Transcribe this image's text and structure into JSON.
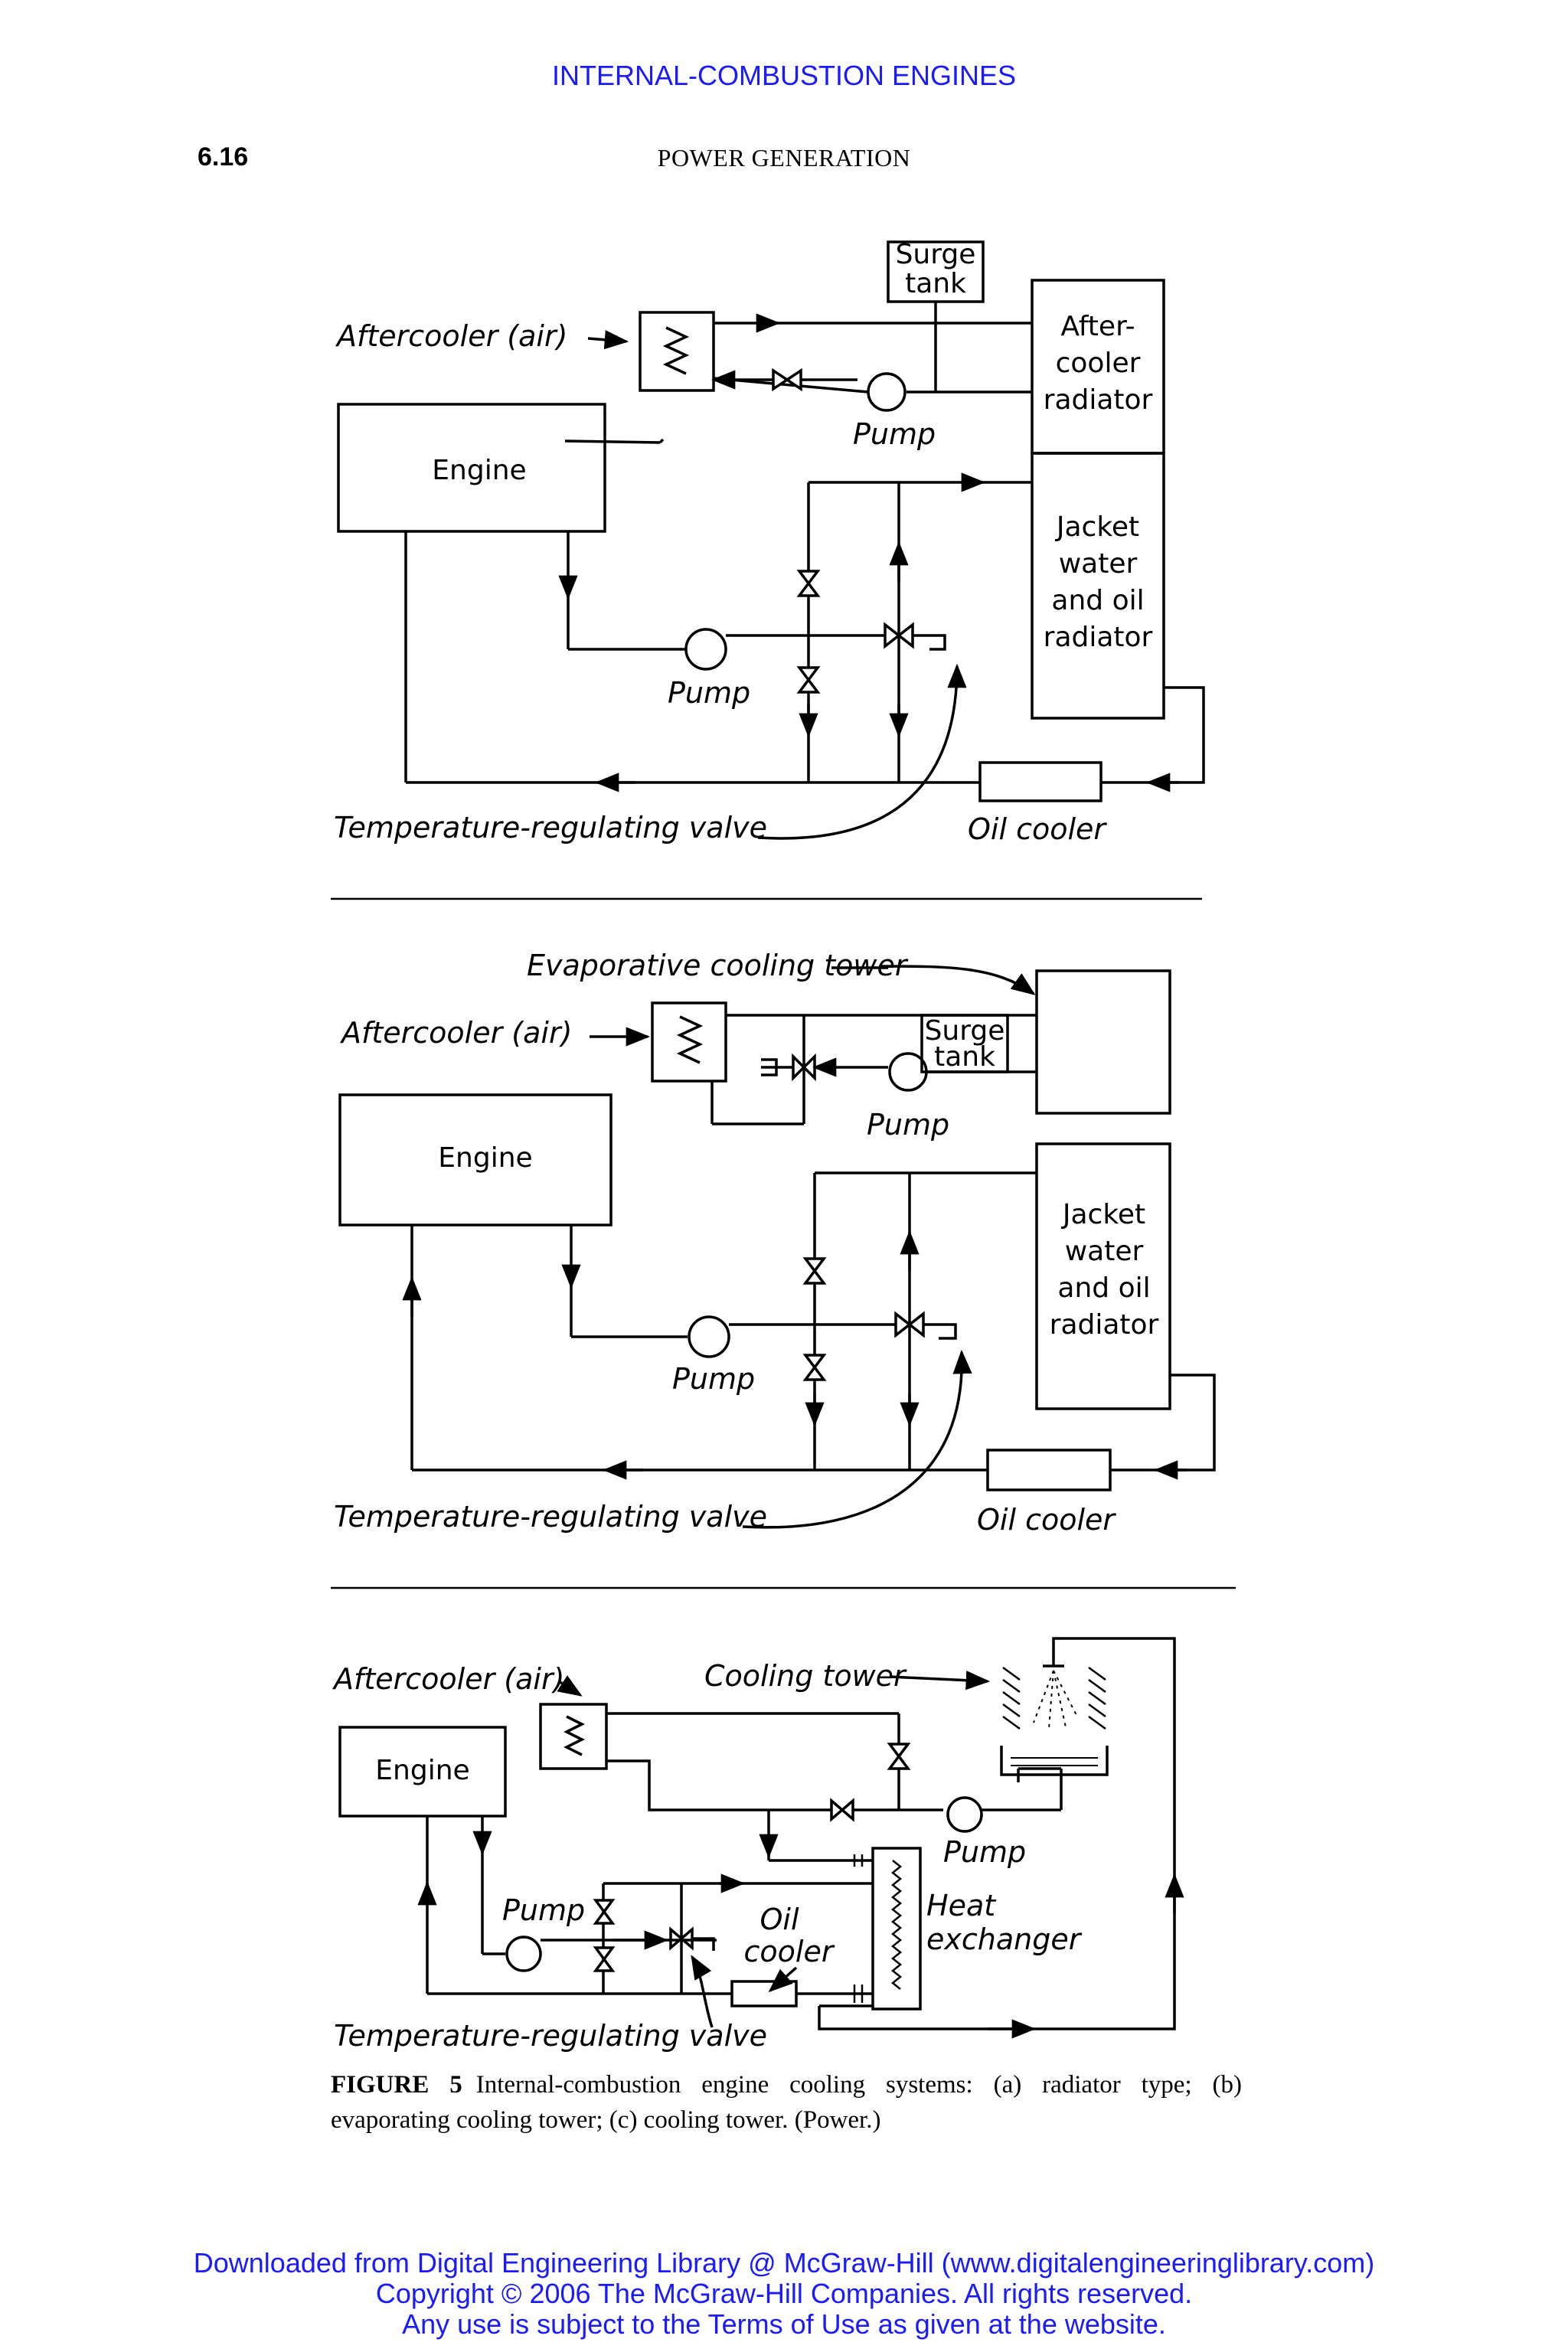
{
  "header": {
    "top_link": "INTERNAL-COMBUSTION ENGINES",
    "page_number": "6.16",
    "running_title": "POWER GENERATION"
  },
  "diagram_a": {
    "surge_tank": [
      "Surge",
      "tank"
    ],
    "aftercooler_air": "Aftercooler (air)",
    "aftercooler_radiator": [
      "After-",
      "cooler",
      "radiator"
    ],
    "pump_top": "Pump",
    "engine": "Engine",
    "jacket_radiator": [
      "Jacket",
      "water",
      "and oil",
      "radiator"
    ],
    "pump_bottom": "Pump",
    "temp_valve": "Temperature-regulating valve",
    "oil_cooler": "Oil cooler"
  },
  "diagram_b": {
    "evap_tower": "Evaporative cooling tower",
    "aftercooler_air": "Aftercooler (air)",
    "surge_tank": [
      "Surge",
      "tank"
    ],
    "pump_top": "Pump",
    "engine": "Engine",
    "jacket_radiator": [
      "Jacket",
      "water",
      "and oil",
      "radiator"
    ],
    "pump_bottom": "Pump",
    "temp_valve": "Temperature-regulating valve",
    "oil_cooler": "Oil cooler"
  },
  "diagram_c": {
    "aftercooler_air": "Aftercooler (air)",
    "cooling_tower": "Cooling tower",
    "engine": "Engine",
    "pump_right": "Pump",
    "pump_left": "Pump",
    "oil_cooler": [
      "Oil",
      "cooler"
    ],
    "heat_exchanger": [
      "Heat",
      "exchanger"
    ],
    "temp_valve": "Temperature-regulating valve"
  },
  "caption": {
    "figure_label": "FIGURE 5",
    "text": "Internal-combustion engine cooling systems: (a) radiator type; (b) evaporating cooling tower; (c) cooling tower. (Power.)"
  },
  "footer": {
    "line1": "Downloaded from Digital Engineering Library @ McGraw-Hill (www.digitalengineeringlibrary.com)",
    "line2": "Copyright © 2006 The McGraw-Hill Companies. All rights reserved.",
    "line3": "Any use is subject to the Terms of Use as given at the website."
  }
}
